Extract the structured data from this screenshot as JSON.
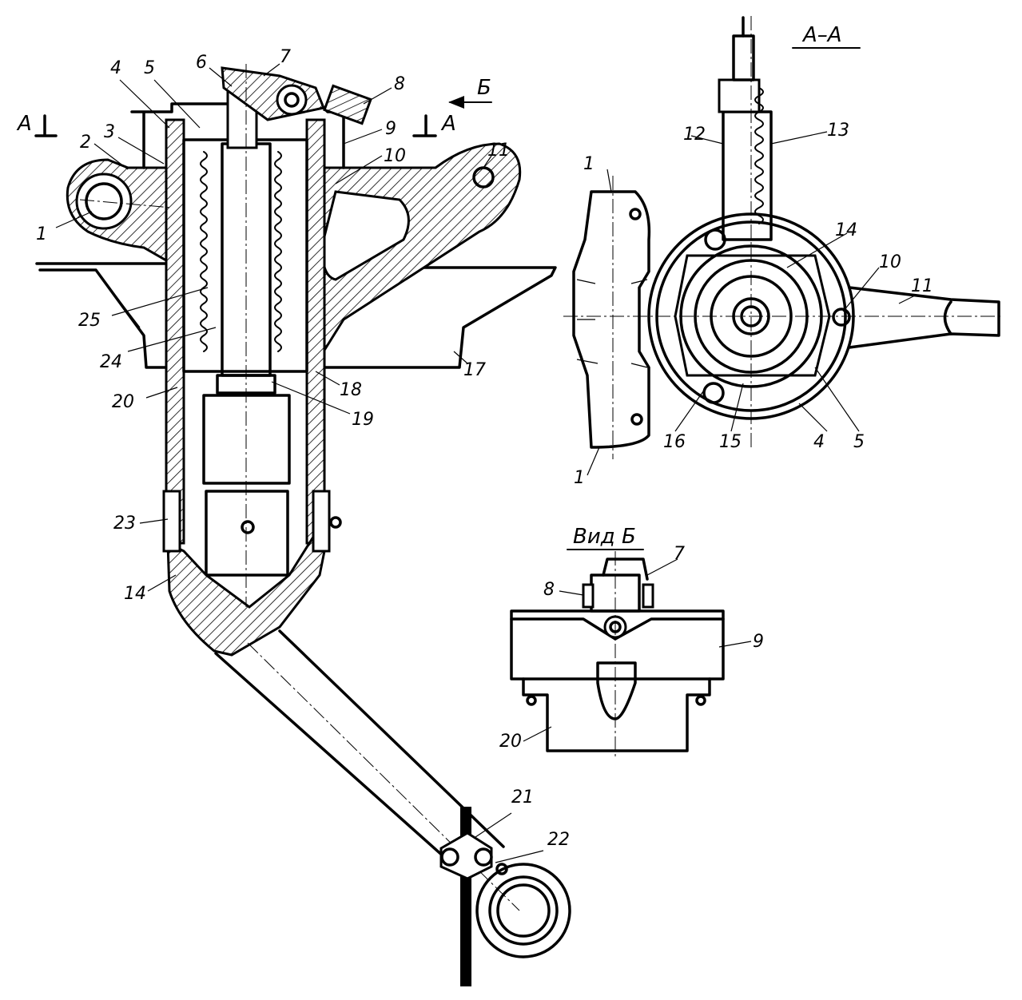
{
  "figure": {
    "section_title": "А–А",
    "view_title": "Вид Б",
    "cut_marker_letter_a": "А",
    "view_arrow_letter": "Б"
  },
  "callouts": {
    "main": [
      "1",
      "2",
      "3",
      "4",
      "5",
      "6",
      "7",
      "8",
      "9",
      "10",
      "11",
      "14",
      "17",
      "18",
      "19",
      "20",
      "21",
      "22",
      "23",
      "24",
      "25"
    ],
    "section_aa": [
      "1",
      "1",
      "4",
      "5",
      "10",
      "11",
      "12",
      "13",
      "14",
      "15",
      "16"
    ],
    "view_b": [
      "7",
      "8",
      "9",
      "20"
    ]
  }
}
